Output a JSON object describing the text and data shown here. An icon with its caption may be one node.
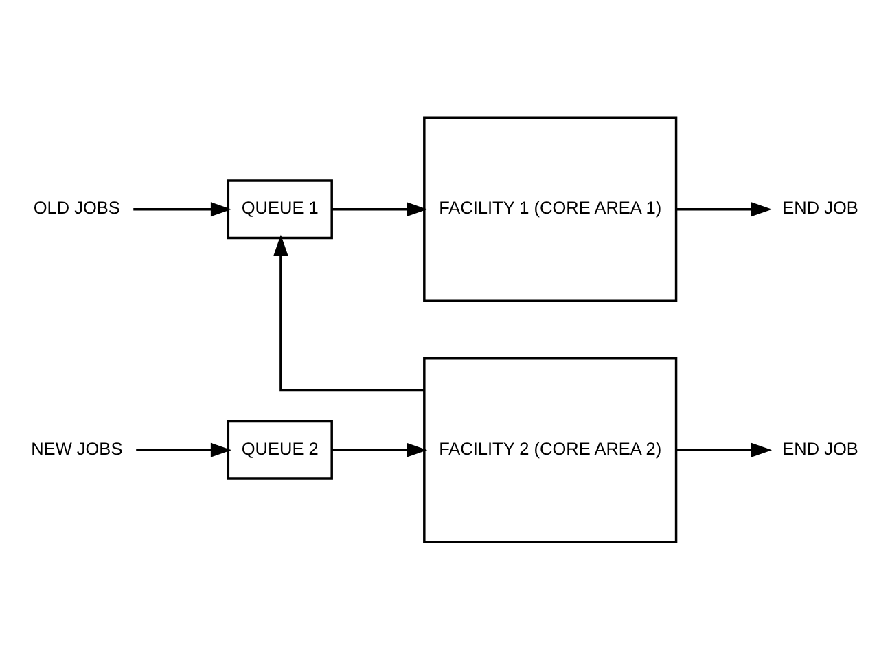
{
  "diagram": {
    "nodes": [
      {
        "text": [
          "OLD JOBS"
        ]
      },
      {
        "text": [
          "QUEUE 1"
        ]
      },
      {
        "text": [
          "FACILITY 1 (CORE AREA 1)"
        ]
      },
      {
        "text": [
          "END JOB"
        ]
      },
      {
        "text": [
          "NEW JOBS"
        ]
      },
      {
        "text": [
          "QUEUE 2"
        ]
      },
      {
        "text": [
          "FACILITY 2 (CORE AREA 2)"
        ]
      },
      {
        "text": [
          "END JOB"
        ]
      }
    ],
    "edges": [
      {
        "from": 0,
        "to": 1,
        "arrow": "to"
      },
      {
        "from": 1,
        "to": 2,
        "arrow": "to"
      },
      {
        "from": 2,
        "to": 3,
        "arrow": "to"
      },
      {
        "from": 6,
        "to": 1,
        "arrow": "to"
      },
      {
        "from": 4,
        "to": 5,
        "arrow": "to"
      },
      {
        "from": 5,
        "to": 6,
        "arrow": "to"
      },
      {
        "from": 6,
        "to": 7,
        "arrow": "to"
      }
    ]
  }
}
